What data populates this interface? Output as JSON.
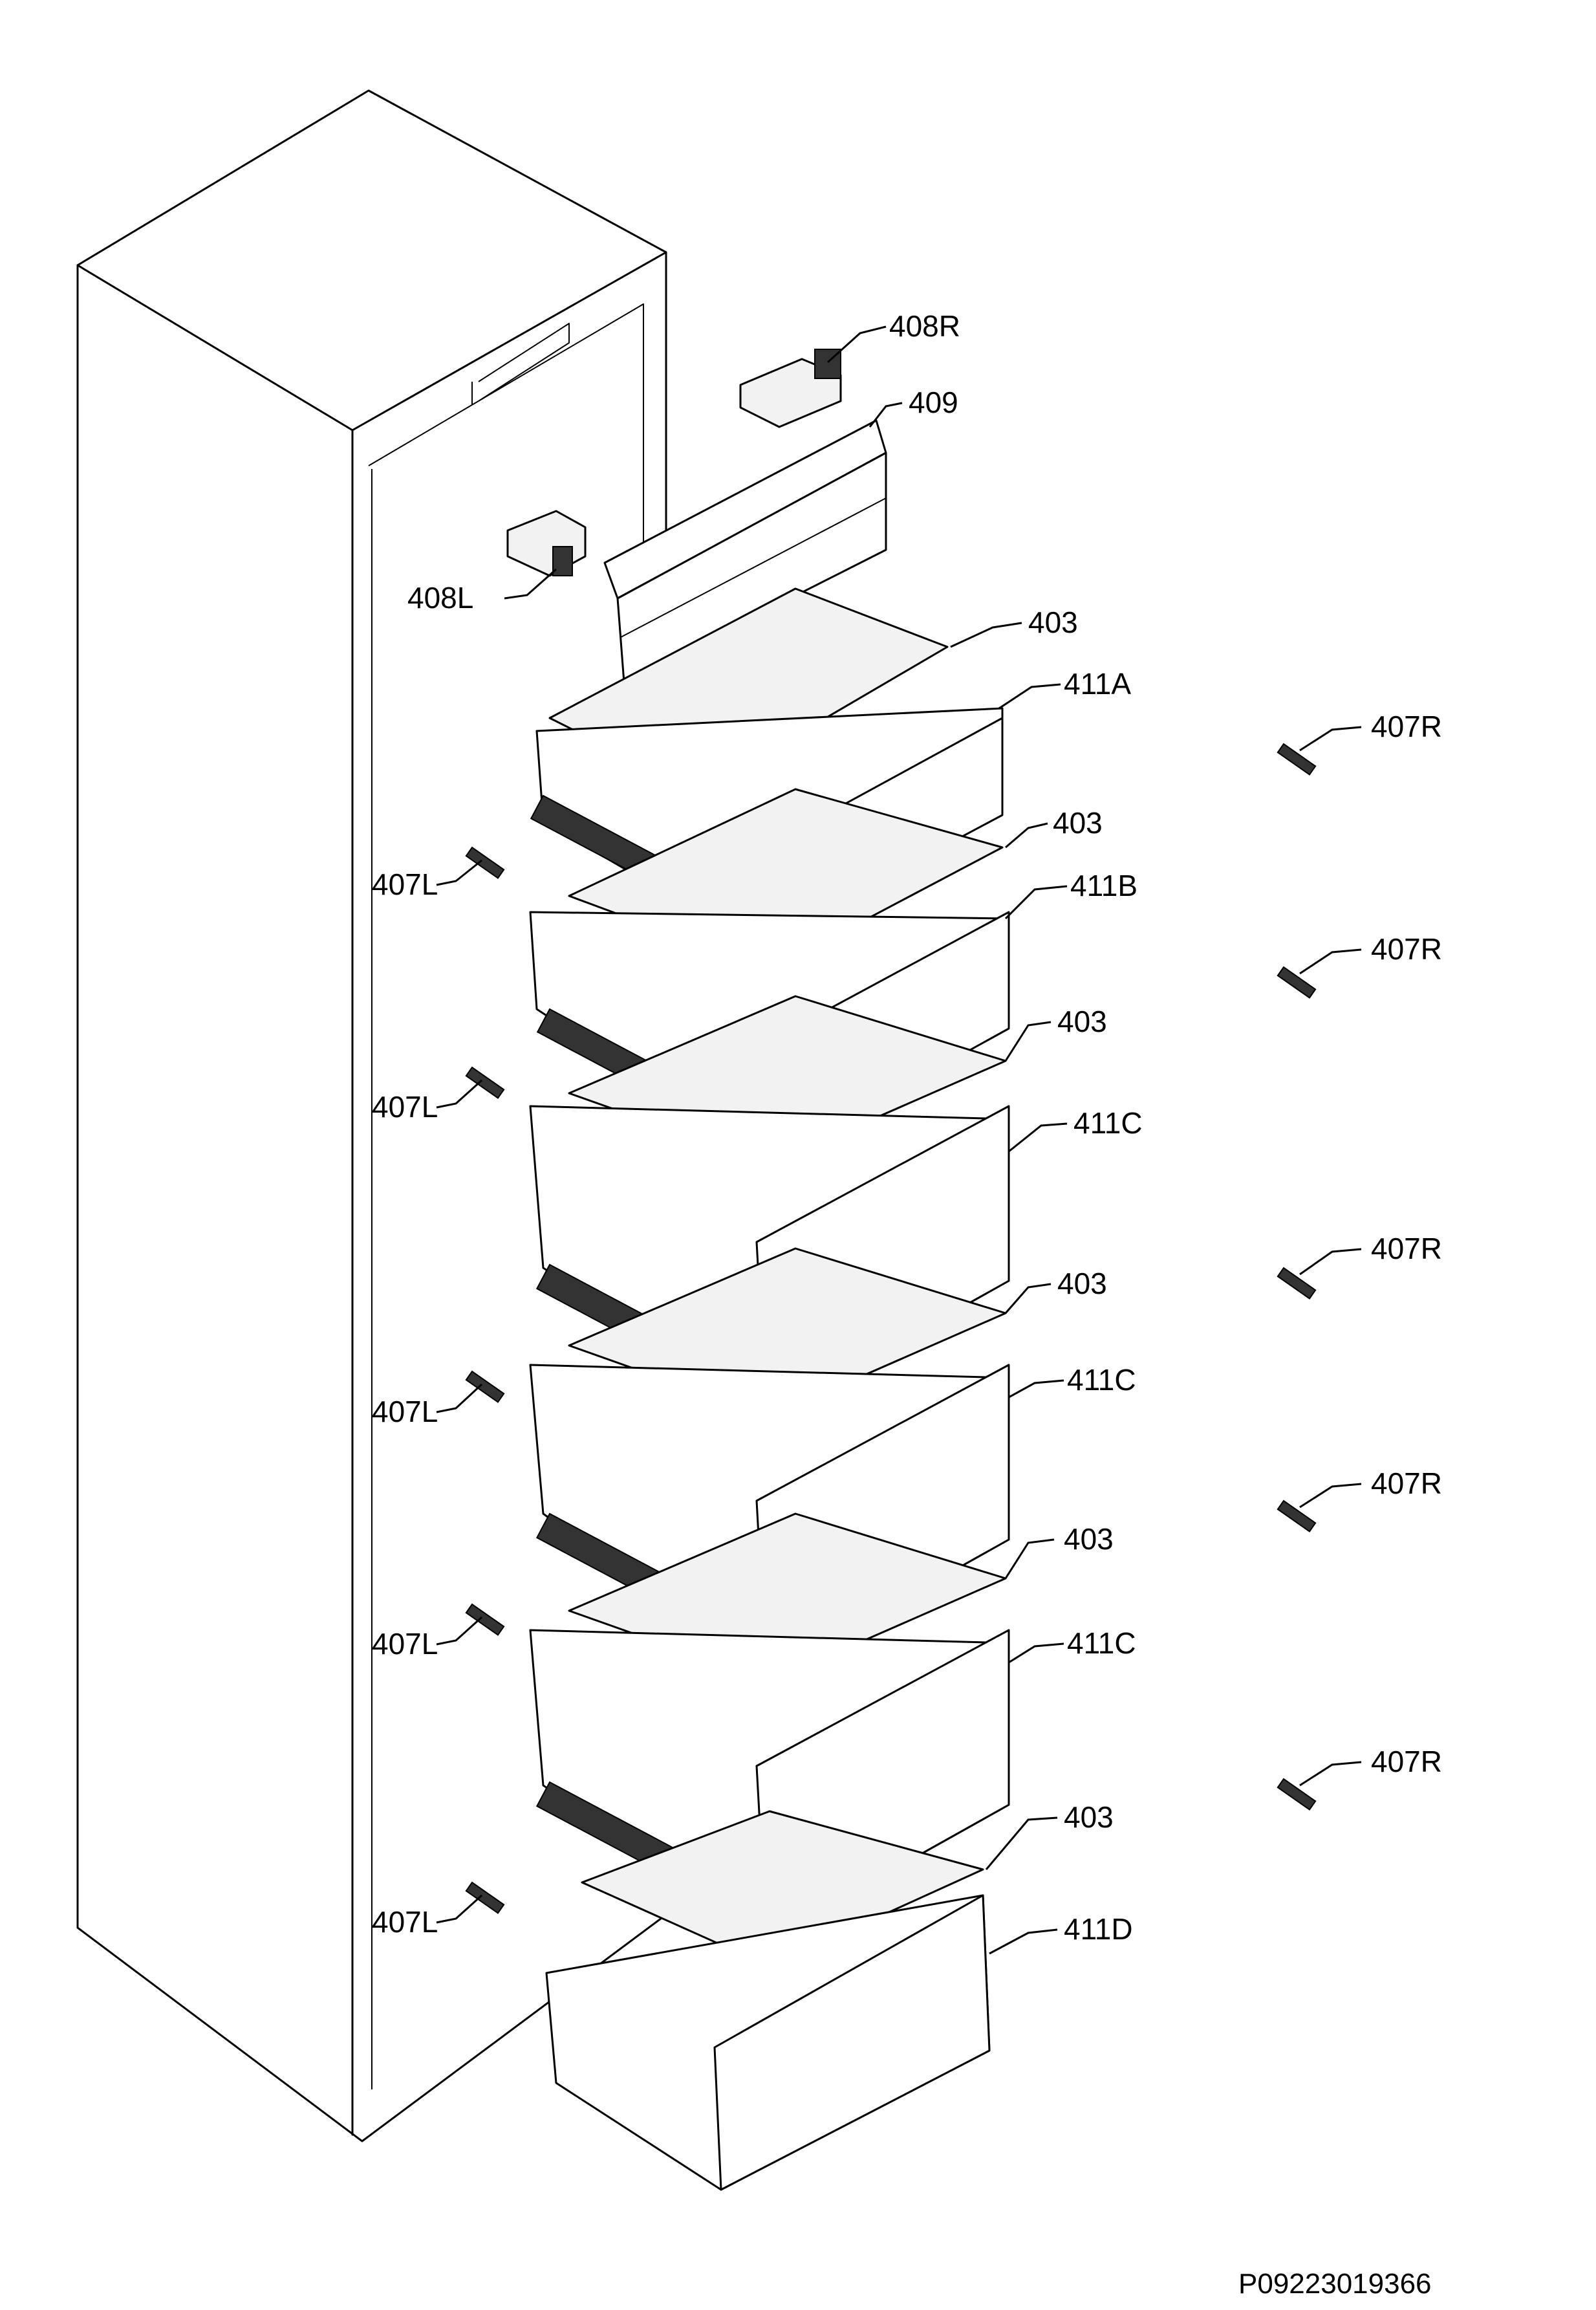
{
  "labels": {
    "l_408R": "408R",
    "l_409": "409",
    "l_408L": "408L",
    "l_403": "403",
    "l_411A": "411A",
    "l_411B": "411B",
    "l_411C": "411C",
    "l_411D": "411D",
    "l_407L": "407L",
    "l_407R": "407R"
  },
  "drawing_code": "P09223019366"
}
